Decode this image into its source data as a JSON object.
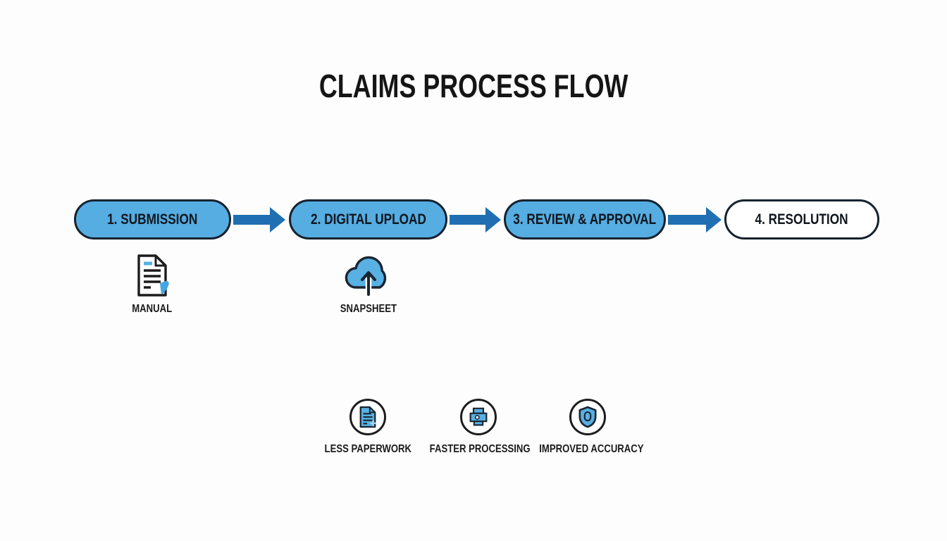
{
  "title": "CLAIMS PROCESS FLOW",
  "flow": {
    "steps": [
      {
        "label": "1. SUBMISSION",
        "filled": true
      },
      {
        "label": "2. DIGITAL UPLOAD",
        "filled": true
      },
      {
        "label": "3. REVIEW & APPROVAL",
        "filled": true
      },
      {
        "label": "4. RESOLUTION",
        "filled": false
      }
    ]
  },
  "annotations": [
    {
      "label": "MANUAL",
      "icon": "document-pen-icon"
    },
    {
      "label": "SNAPSHEET",
      "icon": "cloud-upload-icon"
    }
  ],
  "benefits": [
    {
      "label": "LESS PAPERWORK",
      "icon": "document-sparkle-icon"
    },
    {
      "label": "FASTER PROCESSING",
      "icon": "printer-icon"
    },
    {
      "label": "IMPROVED ACCURACY",
      "icon": "shield-lock-icon"
    }
  ],
  "colors": {
    "step_fill": "#55ade2",
    "step_outline": "#16222e",
    "arrow": "#1f6fb2",
    "title_text": "#151515",
    "label_text": "#1b1b1b",
    "background": "#fdfdfd",
    "icon_blue": "#58b0e3",
    "icon_dark": "#1b2430"
  }
}
